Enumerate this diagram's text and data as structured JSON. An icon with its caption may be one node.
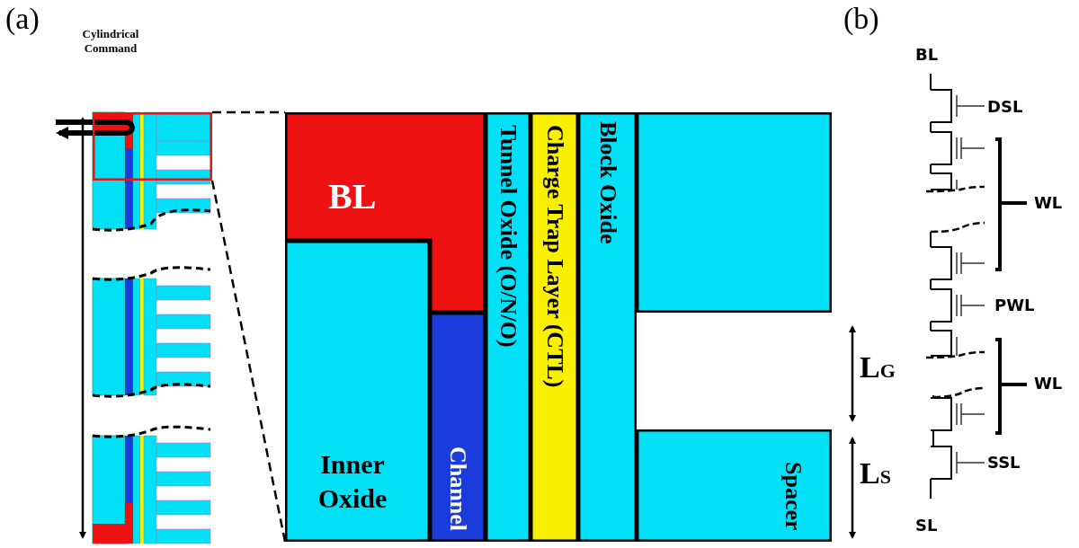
{
  "diagram": {
    "nodes": [
      {
        "text": [
          "BL"
        ]
      },
      {
        "text": [
          "Inner Oxide"
        ]
      },
      {
        "text": [
          "Channel"
        ]
      },
      {
        "text": [
          "Tunnel Oxide (O/N/O)"
        ]
      },
      {
        "text": [
          "Charge Trap Layer (CTL)"
        ]
      },
      {
        "text": [
          "Block Oxide"
        ]
      },
      {
        "text": [],
        "shape": "box"
      },
      {
        "text": [
          "Spacer"
        ]
      },
      {
        "text": [],
        "shape": "box"
      }
    ],
    "edges": [
      {
        "from": 8,
        "to": 0,
        "arrow": "none",
        "style": "dashed"
      },
      {
        "from": 8,
        "to": 1,
        "arrow": "none",
        "style": "dashed"
      }
    ],
    "labels": [
      "(a)",
      "Cylindrical Command",
      "L$_{G}$",
      "L$_{S}$",
      "(b)",
      "BL",
      "DSL",
      "WL",
      "PWL",
      "WL",
      "SSL",
      "SL"
    ]
  }
}
